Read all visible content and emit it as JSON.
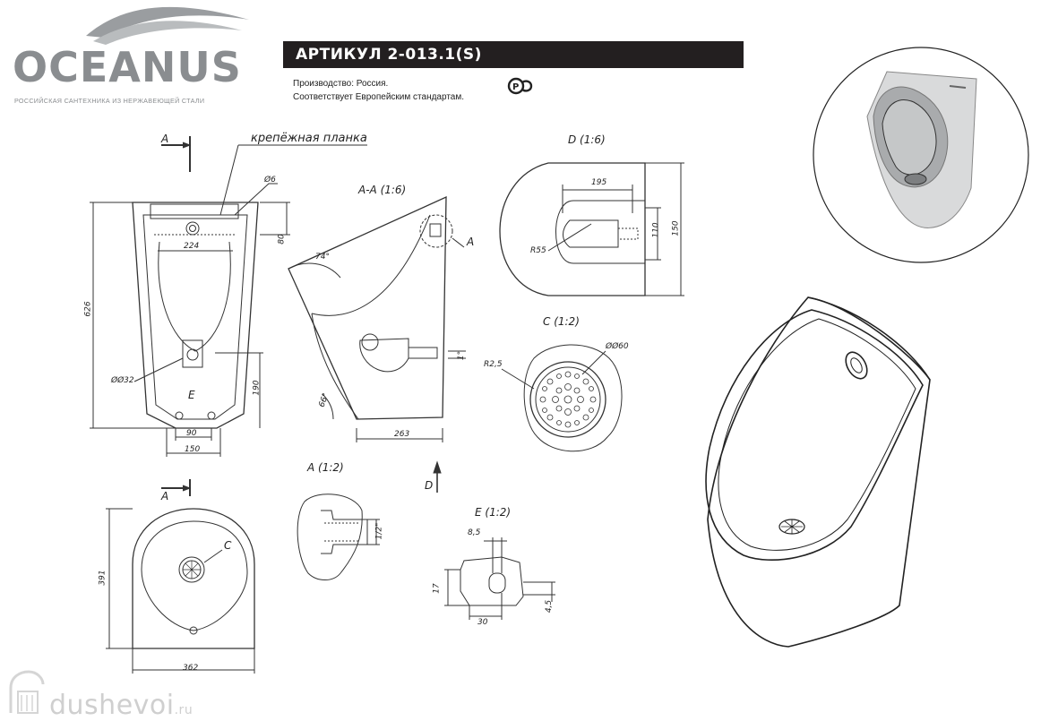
{
  "brand": {
    "name": "OCEANUS",
    "tagline": "РОССИЙСКАЯ САНТЕХНИКА ИЗ НЕРЖАВЕЮЩЕЙ СТАЛИ"
  },
  "title": "АРТИКУЛ 2-013.1(S)",
  "info": {
    "line1": "Производство: Россия.",
    "line2": "Соответствует Европейским стандартам."
  },
  "certification_mark": "РСТ",
  "views": {
    "front": {
      "section_marker": "А",
      "callout": "крепёжная планка",
      "detail_marker": "Е",
      "dims": {
        "hole": "Ø6",
        "width_top": "224",
        "bar_height": "80",
        "height": "626",
        "outlet": "ØØ32",
        "outlet_height": "190",
        "span_inner": "90",
        "span_outer": "150"
      }
    },
    "section_aa": {
      "label": "А-А (1:6)",
      "angle_top": "74°",
      "angle_bottom": "66°",
      "depth": "263",
      "slope": "1°",
      "detail_marker": "А"
    },
    "detail_d": {
      "label": "D (1:6)",
      "dims": {
        "width": "195",
        "slot": "110",
        "height": "150",
        "radius": "R55"
      }
    },
    "detail_c": {
      "label": "С (1:2)",
      "dims": {
        "radius": "R2,5",
        "diameter": "ØØ60"
      }
    },
    "detail_a": {
      "label": "А (1:2)",
      "dims": {
        "thread": "1/2\""
      }
    },
    "detail_e": {
      "label": "Е (1:2)",
      "dims": {
        "offset": "8,5",
        "height": "17",
        "slot_height": "4,5",
        "width": "30"
      }
    },
    "top": {
      "section_marker": "А",
      "view_marker": "D",
      "detail_marker": "С",
      "dims": {
        "depth": "391",
        "width": "362"
      }
    }
  },
  "watermark": {
    "text": "dushevoi",
    "domain": ".ru"
  }
}
